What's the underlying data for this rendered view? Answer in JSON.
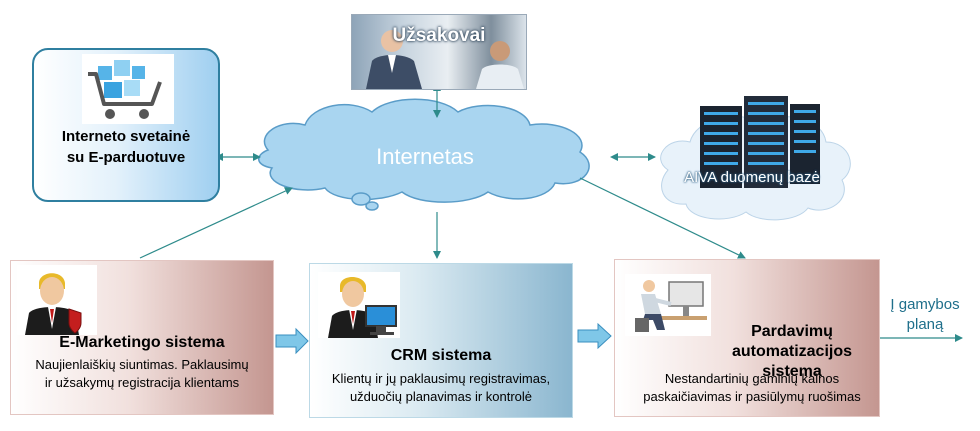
{
  "nodes": {
    "web_shop": {
      "title_line1": "Interneto svetainė",
      "title_line2": "su E-parduotuve"
    },
    "customers": {
      "label": "Užsakovai"
    },
    "internet": {
      "label": "Internetas"
    },
    "database": {
      "label": "AIVA duomenų bazė"
    },
    "emarketing": {
      "title": "E-Marketingo sistema",
      "desc_line1": "Naujienlaiškių  siuntimas. Paklausimų",
      "desc_line2": "ir užsakymų registracija klientams"
    },
    "crm": {
      "title": "CRM sistema",
      "desc_line1": "Klientų ir jų paklausimų registravimas,",
      "desc_line2": "užduočių planavimas ir kontrolė"
    },
    "sales": {
      "title_line1": "Pardavimų",
      "title_line2": "automatizacijos sistema",
      "desc_line1": "Nestandartinių gaminių kainos",
      "desc_line2": "paskaičiavimas ir pasiūlymų ruošimas"
    },
    "production": {
      "label_line1": "Į gamybos",
      "label_line2": "planą"
    }
  },
  "colors": {
    "connector": "#2e8b8b",
    "block_arrow": "#7fc7e8",
    "cloud_fill": "#a9d5f0",
    "cloud_stroke": "#5a9cc8"
  },
  "icons": [
    "shopping-cart-icon",
    "business-person-icon",
    "computer-user-icon",
    "server-rack-icon",
    "office-worker-icon"
  ]
}
